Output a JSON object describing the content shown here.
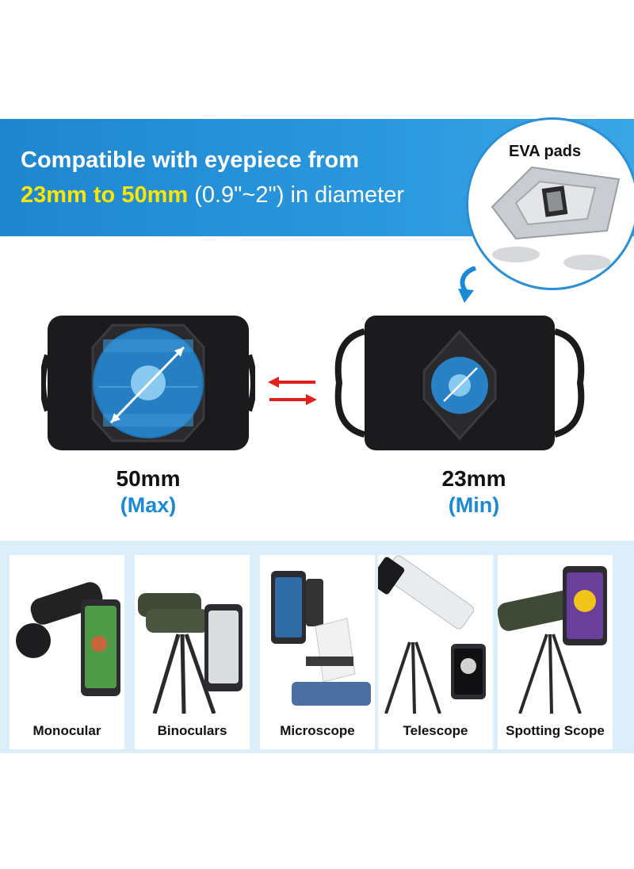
{
  "banner": {
    "line1": "Compatible with eyepiece from",
    "highlight": "23mm to 50mm",
    "line2_rest": " (0.9\"~2\") in diameter"
  },
  "inset": {
    "label": "EVA pads"
  },
  "sizes": {
    "max": {
      "value": "50mm",
      "label": "(Max)"
    },
    "min": {
      "value": "23mm",
      "label": "(Min)"
    }
  },
  "uses": [
    {
      "label": "Monocular",
      "icon": "monocular-icon"
    },
    {
      "label": "Binoculars",
      "icon": "binoculars-icon"
    },
    {
      "label": "Microscope",
      "icon": "microscope-icon"
    },
    {
      "label": "Telescope",
      "icon": "telescope-icon"
    },
    {
      "label": "Spotting Scope",
      "icon": "spotting-scope-icon"
    }
  ],
  "colors": {
    "banner": "#2a98de",
    "highlight": "#ffe600",
    "accent": "#1a8ad6",
    "arrow": "#e0201b"
  }
}
